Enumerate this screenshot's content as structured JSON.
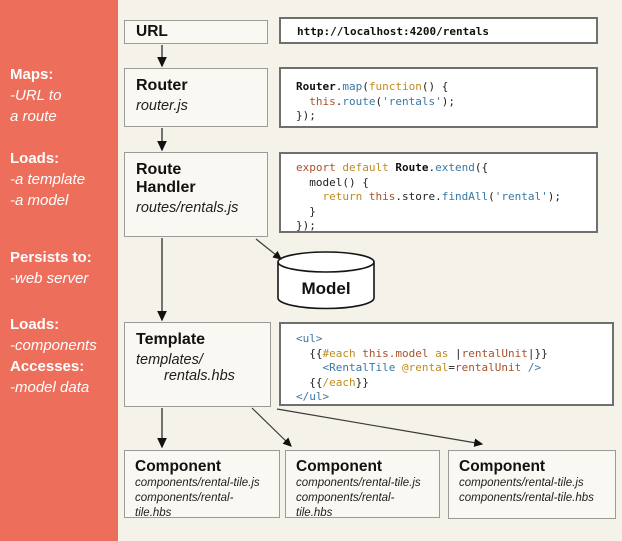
{
  "colors": {
    "sidebar_bg": "#ee6e5c",
    "canvas_bg": "#f5f2ea",
    "code_blue": "#3878a8",
    "code_gold": "#bf8b1e",
    "code_brown": "#a8512b"
  },
  "sidebar": {
    "maps_heading": "Maps:",
    "maps_line1": "-URL to",
    "maps_line2": "a route",
    "loads1_heading": "Loads:",
    "loads1_line1": "-a template",
    "loads1_line2": "-a model",
    "persists_heading": "Persists to:",
    "persists_line1": "-web server",
    "loads2_heading": "Loads:",
    "loads2_line1": "-components",
    "accesses_heading": "Accesses:",
    "accesses_line1": "-model data"
  },
  "nodes": {
    "url": {
      "label": "URL"
    },
    "router": {
      "title": "Router",
      "file": "router.js"
    },
    "route_handler": {
      "title": "Route Handler",
      "file": "routes/rentals.js"
    },
    "model": {
      "label": "Model"
    },
    "template": {
      "title": "Template",
      "file_line1": "templates/",
      "file_line2": "rentals.hbs"
    },
    "components": [
      {
        "title": "Component",
        "file1": "components/rental-tile.js",
        "file2": "components/rental-tile.hbs"
      },
      {
        "title": "Component",
        "file1": "components/rental-tile.js",
        "file2": "components/rental-tile.hbs"
      },
      {
        "title": "Component",
        "file1": "components/rental-tile.js",
        "file2": "components/rental-tile.hbs"
      }
    ]
  },
  "code": {
    "url_bar": {
      "lines": [
        [
          [
            "http://localhost:4200/rentals",
            "pb"
          ]
        ]
      ]
    },
    "router": {
      "lines": [
        [
          [
            "Router",
            "pb"
          ],
          [
            ".",
            "p"
          ],
          [
            "map",
            "fn"
          ],
          [
            "(",
            "p"
          ],
          [
            "function",
            "kw"
          ],
          [
            "() {",
            "p"
          ]
        ],
        [
          [
            "  ",
            "p"
          ],
          [
            "this",
            "lit"
          ],
          [
            ".",
            "p"
          ],
          [
            "route",
            "fn"
          ],
          [
            "(",
            "p"
          ],
          [
            "'rentals'",
            "str"
          ],
          [
            ");",
            "p"
          ]
        ],
        [
          [
            "});",
            "p"
          ]
        ]
      ]
    },
    "route_handler": {
      "lines": [
        [
          [
            "export",
            "lit"
          ],
          [
            " ",
            "p"
          ],
          [
            "default",
            "kw"
          ],
          [
            " ",
            "p"
          ],
          [
            "Route",
            "pb"
          ],
          [
            ".",
            "p"
          ],
          [
            "extend",
            "fn"
          ],
          [
            "({",
            "p"
          ]
        ],
        [
          [
            "  model() {",
            "p"
          ]
        ],
        [
          [
            "    ",
            "p"
          ],
          [
            "return",
            "kw"
          ],
          [
            " ",
            "p"
          ],
          [
            "this",
            "lit"
          ],
          [
            ".store.",
            "p"
          ],
          [
            "findAll",
            "fn"
          ],
          [
            "(",
            "p"
          ],
          [
            "'rental'",
            "str"
          ],
          [
            ");",
            "p"
          ]
        ],
        [
          [
            "  }",
            "p"
          ]
        ],
        [
          [
            "});",
            "p"
          ]
        ]
      ]
    },
    "template": {
      "lines": [
        [
          [
            "<ul>",
            "fn"
          ]
        ],
        [
          [
            "  {{",
            "p"
          ],
          [
            "#each",
            "kw"
          ],
          [
            " ",
            "p"
          ],
          [
            "this.model",
            "lit"
          ],
          [
            " ",
            "p"
          ],
          [
            "as",
            "kw"
          ],
          [
            " |",
            "p"
          ],
          [
            "rentalUnit",
            "lit"
          ],
          [
            "|}}",
            "p"
          ]
        ],
        [
          [
            "    ",
            "p"
          ],
          [
            "<RentalTile",
            "fn"
          ],
          [
            " ",
            "p"
          ],
          [
            "@rental",
            "kw"
          ],
          [
            "=",
            "p"
          ],
          [
            "rentalUnit",
            "lit"
          ],
          [
            " ",
            "p"
          ],
          [
            "/>",
            "fn"
          ]
        ],
        [
          [
            "  {{",
            "p"
          ],
          [
            "/each",
            "kw"
          ],
          [
            "}}",
            "p"
          ]
        ],
        [
          [
            "</ul>",
            "fn"
          ]
        ]
      ]
    }
  }
}
